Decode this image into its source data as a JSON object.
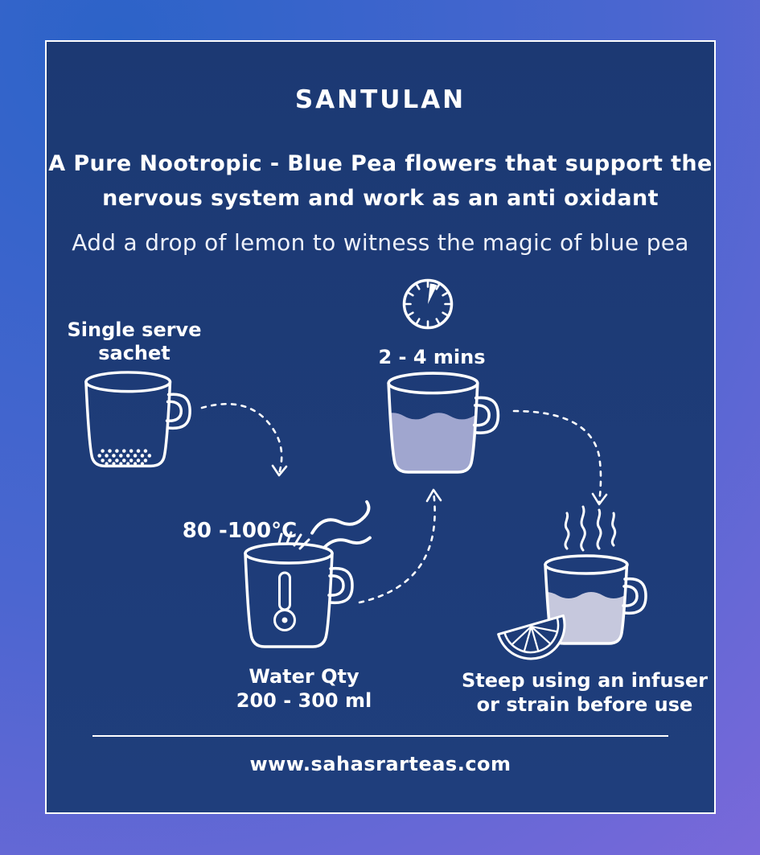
{
  "colors": {
    "background_gradient_start": "#2c63c8",
    "background_gradient_end": "#7b69da",
    "panel_background": "#1d3b77",
    "outline_white": "#ffffff",
    "tea_liquid": "#a0a6cf",
    "tea_liquid_light": "#c6c8dd"
  },
  "header": {
    "title": "SANTULAN",
    "description_line1": "A Pure Nootropic - Blue Pea flowers that support the",
    "description_line2": "nervous system and work as an anti oxidant",
    "tagline": "Add a drop of lemon to witness the magic of blue pea"
  },
  "steps": {
    "sachet": {
      "label_line1": "Single serve",
      "label_line2": "sachet"
    },
    "timer": {
      "label": "2 - 4 mins"
    },
    "water": {
      "temperature": "80 -100°C",
      "label_line1": "Water Qty",
      "label_line2": "200 - 300 ml"
    },
    "strain": {
      "label_line1": "Steep using an infuser",
      "label_line2": "or strain before use"
    }
  },
  "footer": {
    "website": "www.sahasrarteas.com"
  }
}
